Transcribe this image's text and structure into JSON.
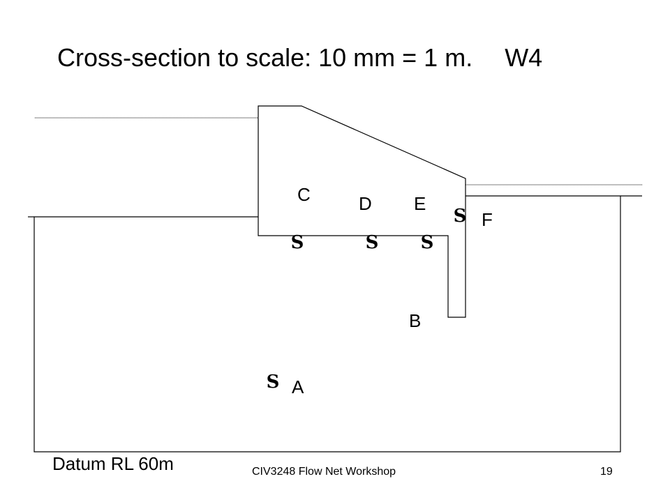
{
  "slide": {
    "title": "Cross-section to scale: 10 mm = 1 m.",
    "title_tag": "W4",
    "datum_label": "Datum RL 60m",
    "footer_text": "CIV3248 Flow Net Workshop",
    "page_number": "19"
  },
  "points": [
    {
      "id": "A",
      "label": "A"
    },
    {
      "id": "B",
      "label": "B"
    },
    {
      "id": "C",
      "label": "C"
    },
    {
      "id": "D",
      "label": "D"
    },
    {
      "id": "E",
      "label": "E"
    },
    {
      "id": "F",
      "label": "F"
    }
  ],
  "marker_glyph": "S"
}
